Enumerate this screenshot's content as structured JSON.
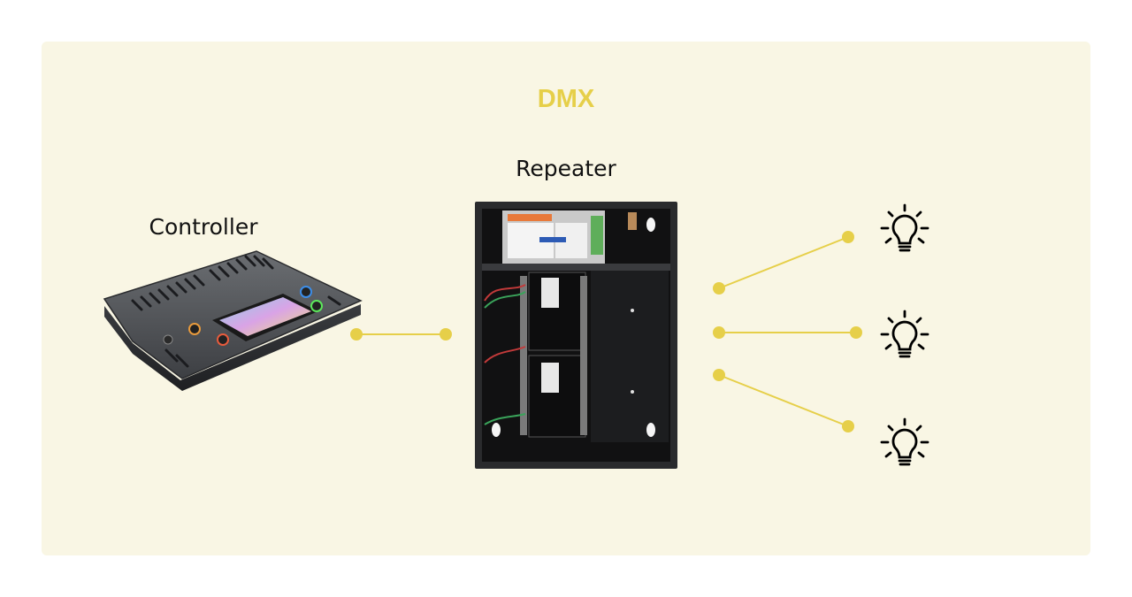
{
  "diagram": {
    "title": "DMX",
    "nodes": {
      "controller": {
        "label": "Controller",
        "icon": "lighting-console-image"
      },
      "repeater": {
        "label": "Repeater",
        "icon": "dmx-repeater-enclosure-image"
      },
      "lights": [
        {
          "icon": "light-bulb-icon"
        },
        {
          "icon": "light-bulb-icon"
        },
        {
          "icon": "light-bulb-icon"
        }
      ]
    },
    "colors": {
      "panel": "#f9f6e4",
      "accent": "#e6cf49",
      "text": "#111111"
    }
  }
}
